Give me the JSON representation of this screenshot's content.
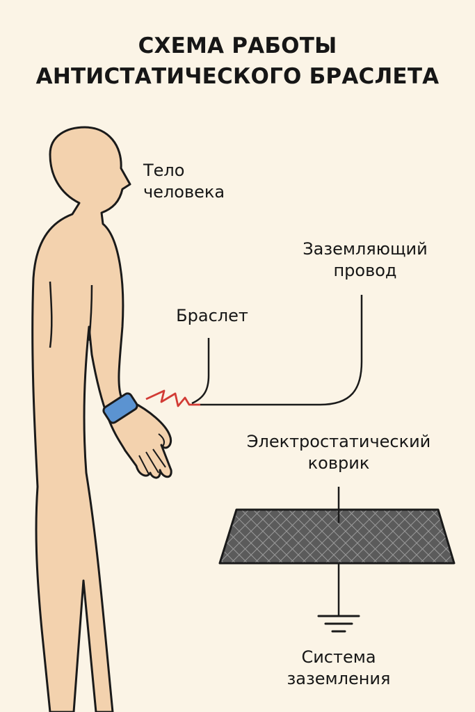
{
  "title": {
    "line1": "СХЕМА РАБОТЫ",
    "line2": "АНТИСТАТИЧЕСКОГО БРАСЛЕТА"
  },
  "labels": {
    "body": {
      "line1": "Тело",
      "line2": "человека"
    },
    "wire": {
      "line1": "Заземляющий",
      "line2": "провод"
    },
    "bracelet": {
      "line1": "Браслет"
    },
    "mat": {
      "line1": "Электростатический",
      "line2": "коврик"
    },
    "ground": {
      "line1": "Система",
      "line2": "заземления"
    }
  },
  "colors": {
    "background": "#fbf4e6",
    "skin": "#f3d2ae",
    "outline": "#1a1a1a",
    "bracelet": "#5b93d1",
    "resistor": "#d23b35",
    "mat": "#5b5b5b"
  }
}
